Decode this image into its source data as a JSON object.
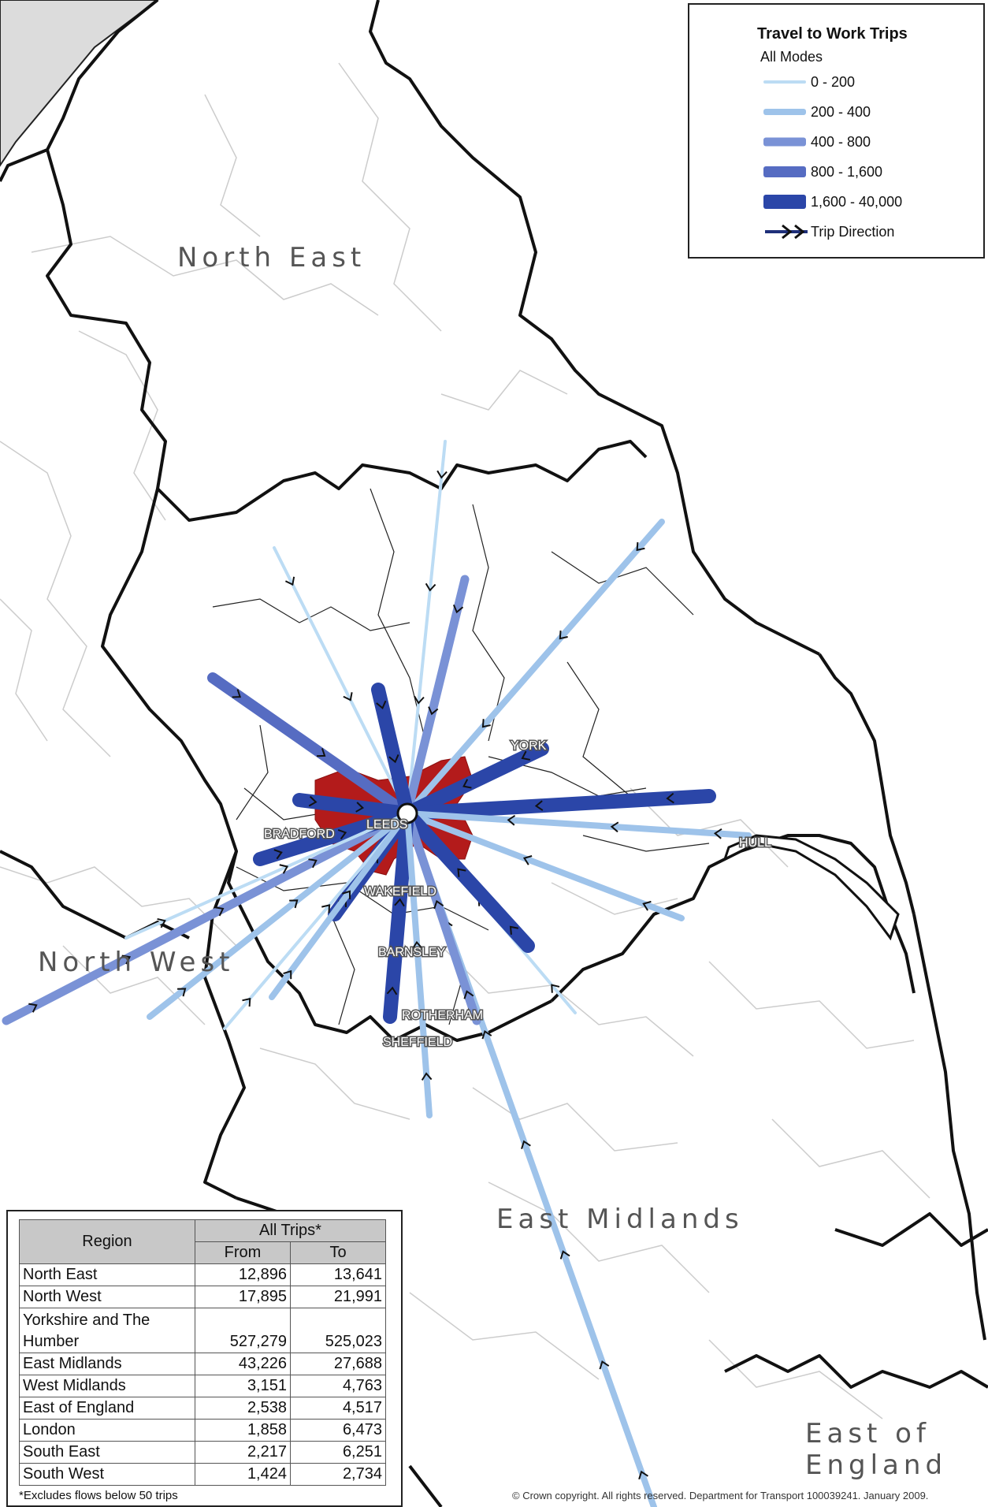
{
  "legend": {
    "title": "Travel to Work Trips",
    "subtitle": "All Modes",
    "classes": [
      {
        "label": "0 - 200",
        "color": "#bcdcf4",
        "width": 4
      },
      {
        "label": "200 - 400",
        "color": "#9ec3ea",
        "width": 8
      },
      {
        "label": "400 - 800",
        "color": "#7a92d6",
        "width": 11
      },
      {
        "label": "800 - 1,600",
        "color": "#566cc2",
        "width": 14
      },
      {
        "label": "1,600 - 40,000",
        "color": "#2b46a8",
        "width": 18
      }
    ],
    "direction_label": "Trip Direction"
  },
  "regions": {
    "north_east": "North East",
    "north_west": "North West",
    "east_midlands": "East Midlands",
    "east_of_england_1": "East of",
    "east_of_england_2": "England"
  },
  "cities": {
    "leeds": "LEEDS",
    "bradford": "BRADFORD",
    "york": "YORK",
    "hull": "HULL",
    "wakefield": "WAKEFIELD",
    "barnsley": "BARNSLEY",
    "rotherham": "ROTHERHAM",
    "sheffield": "SHEFFIELD"
  },
  "table": {
    "header_region": "Region",
    "header_all_trips": "All Trips*",
    "header_from": "From",
    "header_to": "To",
    "rows": [
      {
        "region": "North East",
        "from": "12,896",
        "to": "13,641"
      },
      {
        "region": "North West",
        "from": "17,895",
        "to": "21,991"
      },
      {
        "region": "Yorkshire and The Humber",
        "from": "527,279",
        "to": "525,023"
      },
      {
        "region": "East Midlands",
        "from": "43,226",
        "to": "27,688"
      },
      {
        "region": "West Midlands",
        "from": "3,151",
        "to": "4,763"
      },
      {
        "region": "East of England",
        "from": "2,538",
        "to": "4,517"
      },
      {
        "region": "London",
        "from": "1,858",
        "to": "6,473"
      },
      {
        "region": "South East",
        "from": "2,217",
        "to": "6,251"
      },
      {
        "region": "South West",
        "from": "1,424",
        "to": "2,734"
      }
    ],
    "footnote": "*Excludes flows below 50 trips"
  },
  "copyright": "© Crown copyright. All rights reserved. Department for Transport 100039241. January 2009."
}
